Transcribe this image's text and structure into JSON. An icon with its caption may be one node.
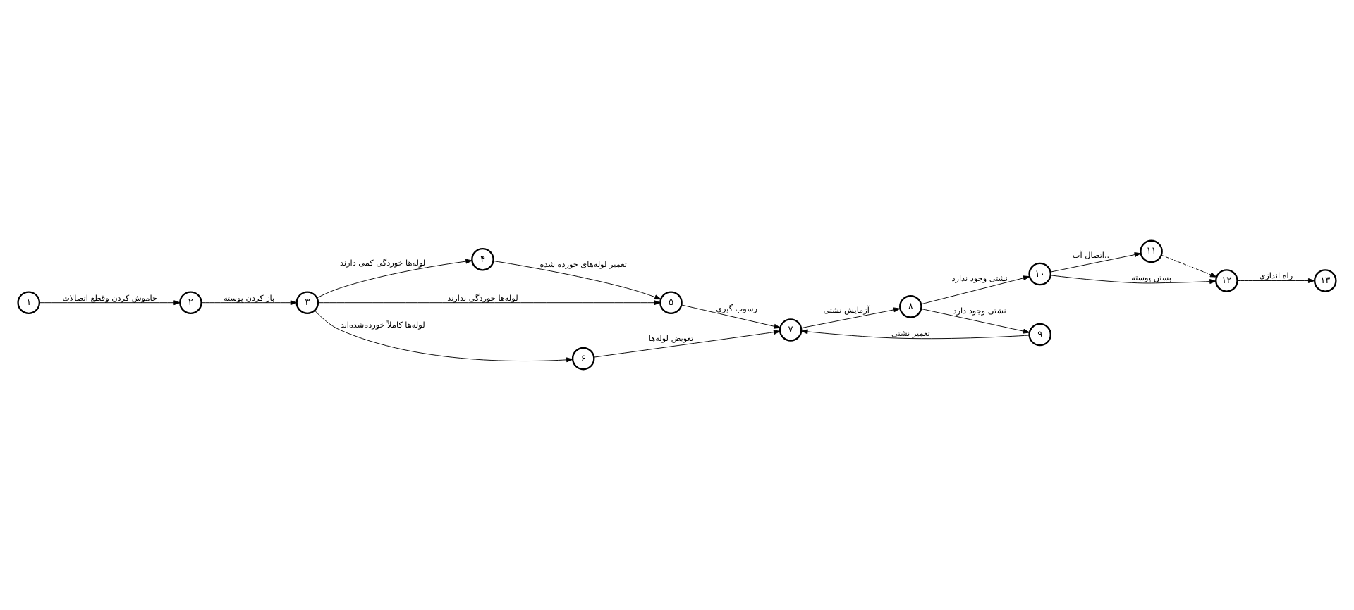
{
  "diagram": {
    "nodes": [
      {
        "text": [
          "۱"
        ]
      },
      {
        "text": [
          "۲"
        ]
      },
      {
        "text": [
          "۳"
        ]
      },
      {
        "text": [
          "۴"
        ]
      },
      {
        "text": [
          "۵"
        ]
      },
      {
        "text": [
          "۶"
        ]
      },
      {
        "text": [
          "۷"
        ]
      },
      {
        "text": [
          "۸"
        ]
      },
      {
        "text": [
          "۹"
        ]
      },
      {
        "text": [
          "۱۰"
        ]
      },
      {
        "text": [
          "۱۱"
        ]
      },
      {
        "text": [
          "۱۲"
        ]
      },
      {
        "text": [
          "۱۳"
        ]
      }
    ],
    "edges": [
      {
        "from": 0,
        "to": 1,
        "arrow": "to",
        "label": "خاموش کردن وقطع اتصالات"
      },
      {
        "from": 1,
        "to": 2,
        "arrow": "to",
        "label": "باز کردن پوسته"
      },
      {
        "from": 2,
        "to": 4,
        "arrow": "to",
        "label": "لوله‌ها خوردگی ندارند"
      },
      {
        "from": 2,
        "to": 3,
        "arrow": "to",
        "label": "لوله‌ها خوردگی کمی دارند"
      },
      {
        "from": 2,
        "to": 5,
        "arrow": "to",
        "label": "لوله‌ها کاملاً خورده‌شده‌اند"
      },
      {
        "from": 3,
        "to": 4,
        "arrow": "to",
        "label": "تعمیر لوله‌های خورده شده"
      },
      {
        "from": 4,
        "to": 6,
        "arrow": "to",
        "label": "رسوب گیری"
      },
      {
        "from": 5,
        "to": 6,
        "arrow": "to",
        "label": "تعویض لوله‌ها"
      },
      {
        "from": 6,
        "to": 7,
        "arrow": "to",
        "label": "آزمایش نشتی"
      },
      {
        "from": 7,
        "to": 9,
        "arrow": "to",
        "label": "نشتی وجود ندارد"
      },
      {
        "from": 7,
        "to": 8,
        "arrow": "to",
        "label": "نشتی وجود دارد"
      },
      {
        "from": 8,
        "to": 6,
        "arrow": "to",
        "label": "تعمیر نشتی"
      },
      {
        "from": 9,
        "to": 11,
        "arrow": "to",
        "label": "بستن پوسته"
      },
      {
        "from": 9,
        "to": 10,
        "arrow": "to",
        "label": "اتصال آب.."
      },
      {
        "from": 10,
        "to": 11,
        "arrow": "to",
        "style": "dashed"
      },
      {
        "from": 11,
        "to": 12,
        "arrow": "to",
        "label": "راه اندازی"
      }
    ]
  }
}
